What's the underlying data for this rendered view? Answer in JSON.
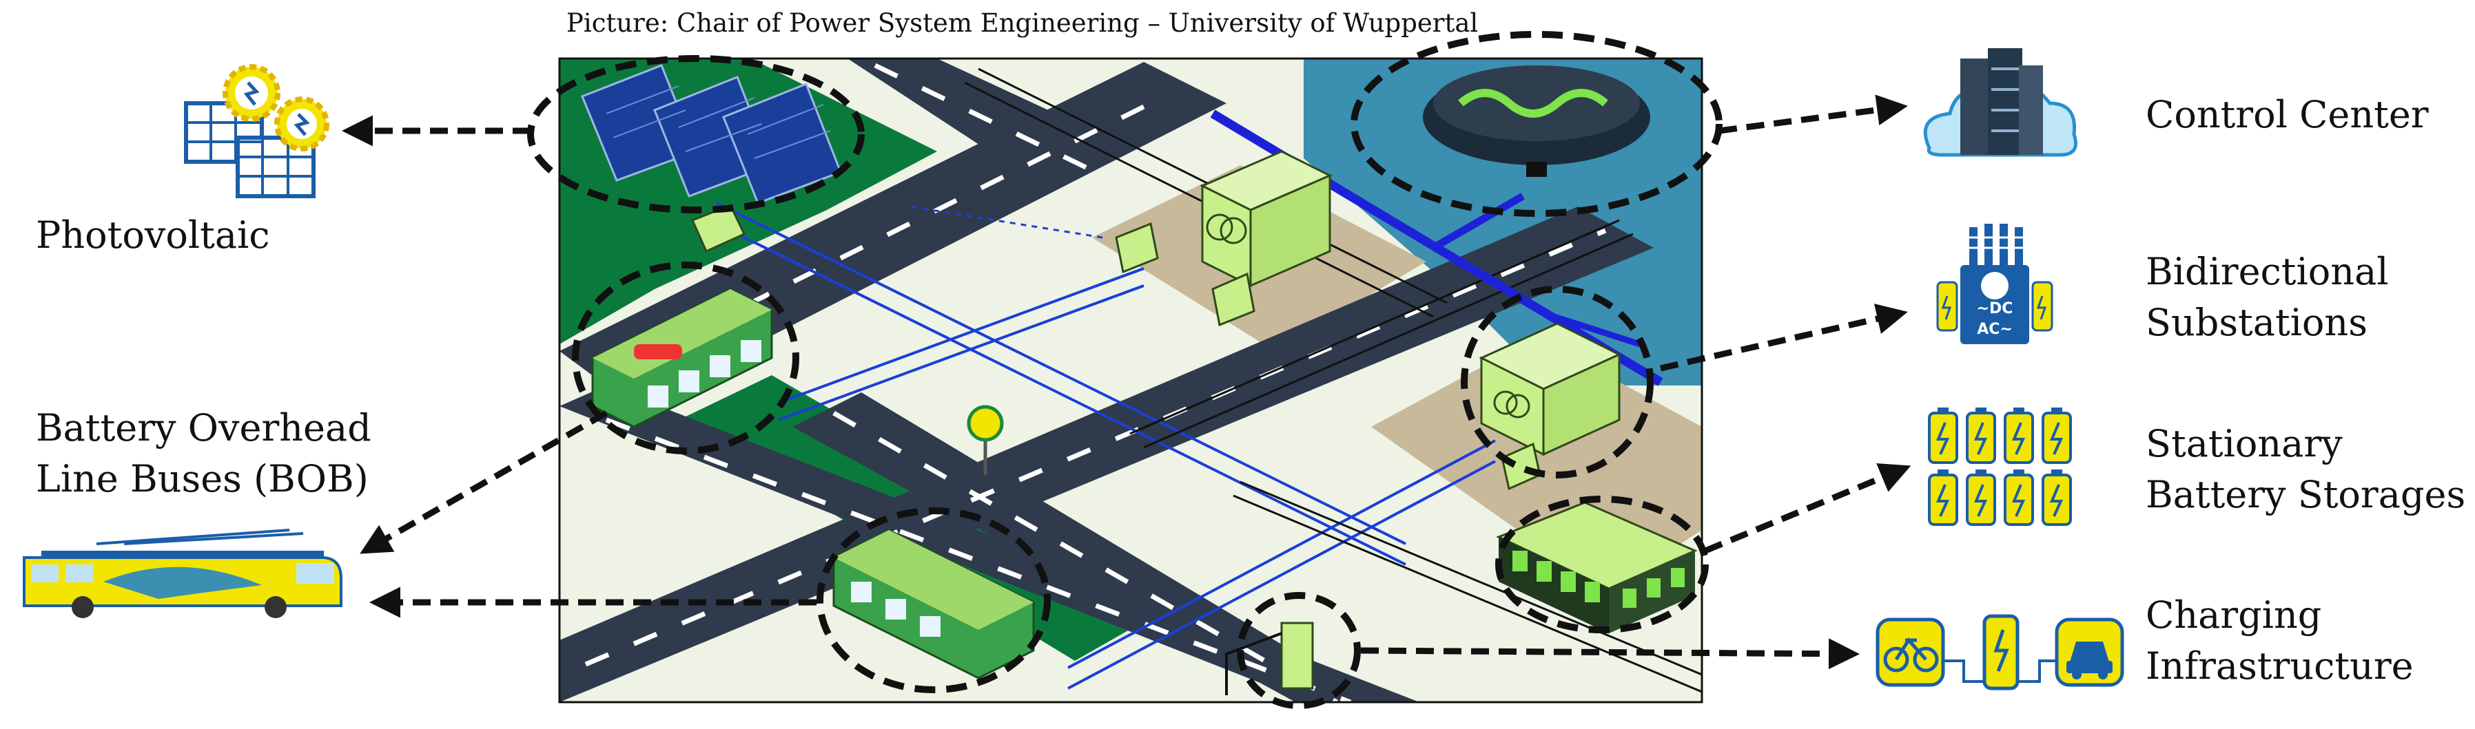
{
  "caption": "Picture: Chair of Power System Engineering – University of Wuppertal",
  "labels": {
    "photovoltaic": "Photovoltaic",
    "bob_line1": "Battery Overhead",
    "bob_line2": "Line Buses (BOB)",
    "control_center": "Control Center",
    "substations_line1": "Bidirectional",
    "substations_line2": "Substations",
    "storage_line1": "Stationary",
    "storage_line2": "Battery Storages",
    "charging_line1": "Charging",
    "charging_line2": "Infrastructure"
  },
  "icons": {
    "photovoltaic": "solar-panel-icon",
    "bus": "bus-icon",
    "control_center": "server-cloud-icon",
    "substation": "substation-transformer-icon",
    "storage": "battery-storage-icon",
    "charging": "ev-charging-icon"
  },
  "substation_icon_text": {
    "line1": "~DC",
    "line2": "AC~"
  },
  "colors": {
    "lime": "#c8f08a",
    "green": "#0a7a3c",
    "road": "#2f3b4c",
    "water": "#3b8fb0",
    "ground": "#eef3e6",
    "yellow": "#f2e500",
    "blue": "#1a5ea8",
    "power_line": "#1b3fd6"
  }
}
